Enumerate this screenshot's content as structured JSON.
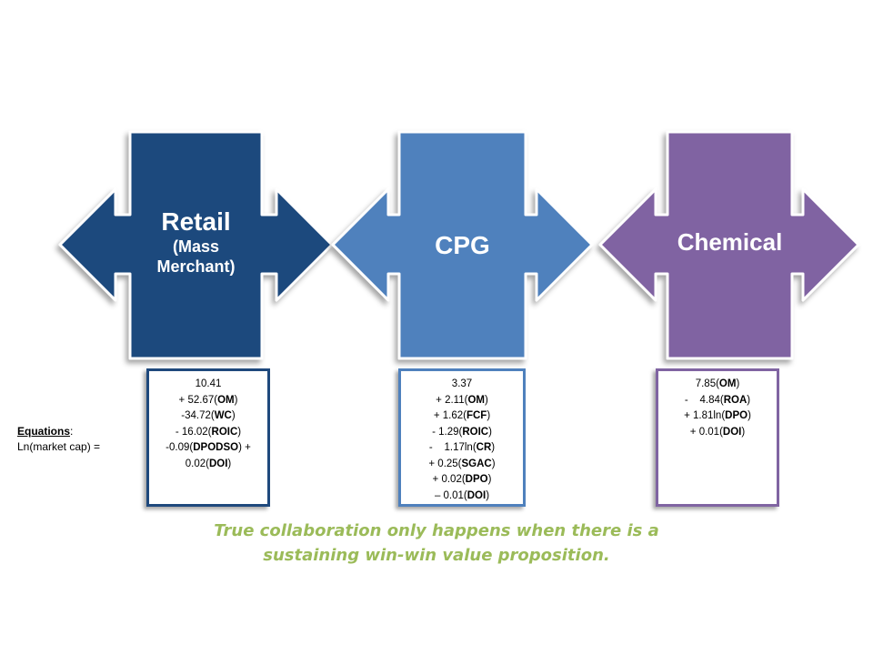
{
  "blocks": [
    {
      "title": "Retail",
      "subtitle_lines": [
        "(Mass",
        "Merchant)"
      ],
      "color": "#1f497d"
    },
    {
      "title": "CPG",
      "subtitle_lines": [],
      "color": "#4f81bd"
    },
    {
      "title": "Chemical",
      "subtitle_lines": [],
      "color": "#8064a2"
    }
  ],
  "equation_boxes": [
    {
      "border_color": "#1f497d",
      "lines": [
        {
          "parts": [
            {
              "t": "10.41"
            }
          ]
        },
        {
          "parts": [
            {
              "t": "+ 52.67("
            },
            {
              "t": "OM",
              "b": true
            },
            {
              "t": ")"
            }
          ]
        },
        {
          "parts": [
            {
              "t": "-34.72("
            },
            {
              "t": "WC",
              "b": true
            },
            {
              "t": ")"
            }
          ]
        },
        {
          "parts": [
            {
              "t": "- 16.02("
            },
            {
              "t": "ROIC",
              "b": true
            },
            {
              "t": ")"
            }
          ]
        },
        {
          "parts": [
            {
              "t": "-0.09("
            },
            {
              "t": "DPODSO",
              "b": true
            },
            {
              "t": ") +"
            }
          ]
        },
        {
          "parts": [
            {
              "t": "0.02("
            },
            {
              "t": "DOI",
              "b": true
            },
            {
              "t": ")"
            }
          ]
        }
      ]
    },
    {
      "border_color": "#4f81bd",
      "lines": [
        {
          "parts": [
            {
              "t": "3.37"
            }
          ]
        },
        {
          "parts": [
            {
              "t": "+ 2.11("
            },
            {
              "t": "OM",
              "b": true
            },
            {
              "t": ")"
            }
          ]
        },
        {
          "parts": [
            {
              "t": "+ 1.62("
            },
            {
              "t": "FCF",
              "b": true
            },
            {
              "t": ")"
            }
          ]
        },
        {
          "parts": [
            {
              "t": "- 1.29("
            },
            {
              "t": "ROIC",
              "b": true
            },
            {
              "t": ")"
            }
          ]
        },
        {
          "parts": [
            {
              "t": "-    1.17ln("
            },
            {
              "t": "CR",
              "b": true
            },
            {
              "t": ")"
            }
          ]
        },
        {
          "parts": [
            {
              "t": "+ 0.25("
            },
            {
              "t": "SGAC",
              "b": true
            },
            {
              "t": ")"
            }
          ]
        },
        {
          "parts": [
            {
              "t": "+ 0.02("
            },
            {
              "t": "DPO",
              "b": true
            },
            {
              "t": ")"
            }
          ]
        },
        {
          "parts": [
            {
              "t": "– 0.01("
            },
            {
              "t": "DOI",
              "b": true
            },
            {
              "t": ")"
            }
          ]
        }
      ]
    },
    {
      "border_color": "#8064a2",
      "lines": [
        {
          "parts": [
            {
              "t": "7.85("
            },
            {
              "t": "OM",
              "b": true
            },
            {
              "t": ")"
            }
          ]
        },
        {
          "parts": [
            {
              "t": "-    4.84("
            },
            {
              "t": "ROA",
              "b": true
            },
            {
              "t": ")"
            }
          ]
        },
        {
          "parts": [
            {
              "t": "+ 1.81ln("
            },
            {
              "t": "DPO",
              "b": true
            },
            {
              "t": ")"
            }
          ]
        },
        {
          "parts": [
            {
              "t": "+ 0.01("
            },
            {
              "t": "DOI",
              "b": true
            },
            {
              "t": ")"
            }
          ]
        }
      ]
    }
  ],
  "legend": {
    "heading": "Equations",
    "heading_suffix": ":",
    "label": "Ln(market cap) ="
  },
  "quote": {
    "line1": "True collaboration only happens when there is a",
    "line2": "sustaining win-win value proposition."
  }
}
